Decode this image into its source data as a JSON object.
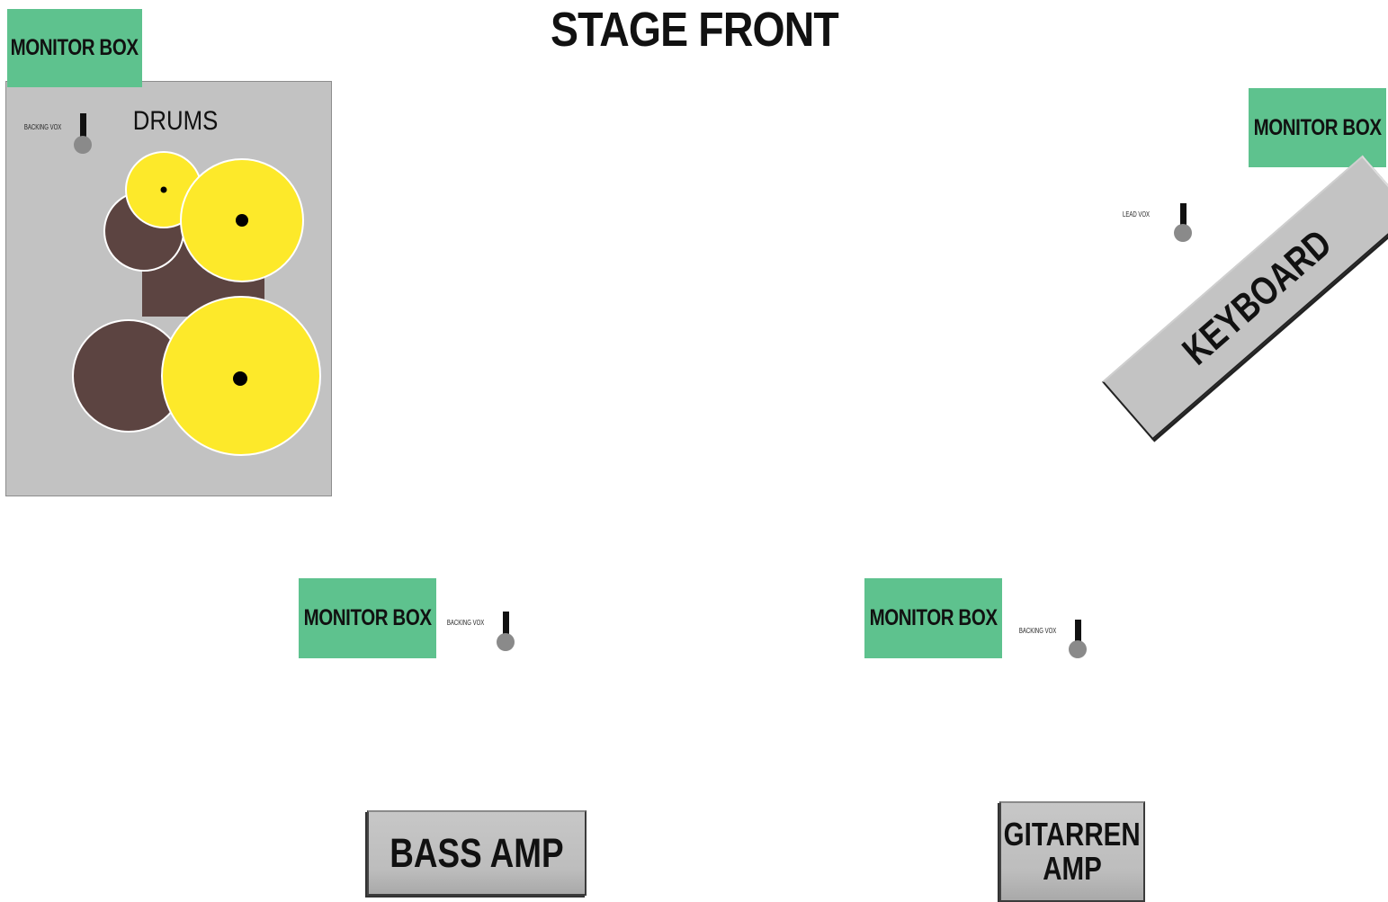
{
  "stage": {
    "title": "STAGE FRONT",
    "drums_label": "DRUMS",
    "keyboard_label": "KEYBOARD",
    "bass_amp_label": "BASS AMP",
    "guitar_amp_line1": "GITARREN",
    "guitar_amp_line2": "AMP",
    "monitor_label": "MONITOR BOX",
    "mic_labels": {
      "drums": "BACKING VOX",
      "keyboard": "LEAD VOX",
      "bass": "BACKING VOX",
      "guitar": "BACKING VOX"
    }
  },
  "colors": {
    "monitor": "#5ec28e",
    "riser": "#c2c2c2",
    "drum_shell": "#5c4441",
    "cymbal": "#fde92a",
    "amp": "#bdbdbd",
    "mic_stand": "#111111",
    "mic_base": "#8a8a8a"
  }
}
